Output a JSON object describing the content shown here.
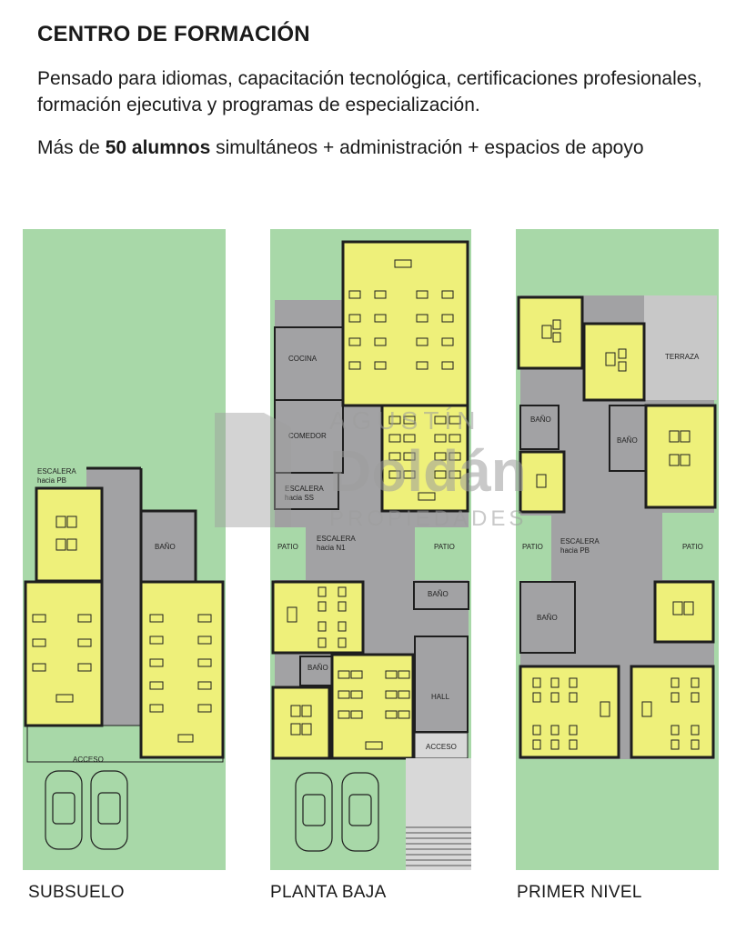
{
  "header": {
    "title": "CENTRO DE FORMACIÓN",
    "description": "Pensado para idiomas, capacitación tecnológica, certificaciones profesionales, formación ejecutiva y programas de especialización.",
    "capacity_prefix": "Más de ",
    "capacity_highlight": "50 alumnos",
    "capacity_suffix": " simultáneos + administración + espacios de apoyo"
  },
  "watermark": {
    "line1": "AGUSTÍN",
    "line2": "Doldán",
    "line3": "PROPIEDADES"
  },
  "colors": {
    "garden": "#a8d8a8",
    "room": "#eef07a",
    "circulation": "#a2a2a4",
    "wall": "#1e1e1e",
    "terrace": "#c8c8c8",
    "driveway": "#d8d8d8"
  },
  "floors": [
    {
      "name": "SUBSUELO",
      "labels": {
        "escalera": "ESCALERA",
        "escalera_sub": "hacia PB",
        "bano": "BAÑO",
        "acceso": "ACCESO"
      }
    },
    {
      "name": "PLANTA BAJA",
      "labels": {
        "cocina": "COCINA",
        "comedor": "COMEDOR",
        "escalera_ss": "ESCALERA",
        "escalera_ss_sub": "hacia SS",
        "escalera_n1": "ESCALERA",
        "escalera_n1_sub": "hacia N1",
        "patio_left": "PATIO",
        "patio_right": "PATIO",
        "bano1": "BAÑO",
        "bano2": "BAÑO",
        "hall": "HALL",
        "acceso": "ACCESO"
      }
    },
    {
      "name": "PRIMER NIVEL",
      "labels": {
        "terraza": "TERRAZA",
        "bano1": "BAÑO",
        "bano2": "BAÑO",
        "bano3": "BAÑO",
        "escalera": "ESCALERA",
        "escalera_sub": "hacia PB",
        "patio_left": "PATIO",
        "patio_right": "PATIO"
      }
    }
  ]
}
